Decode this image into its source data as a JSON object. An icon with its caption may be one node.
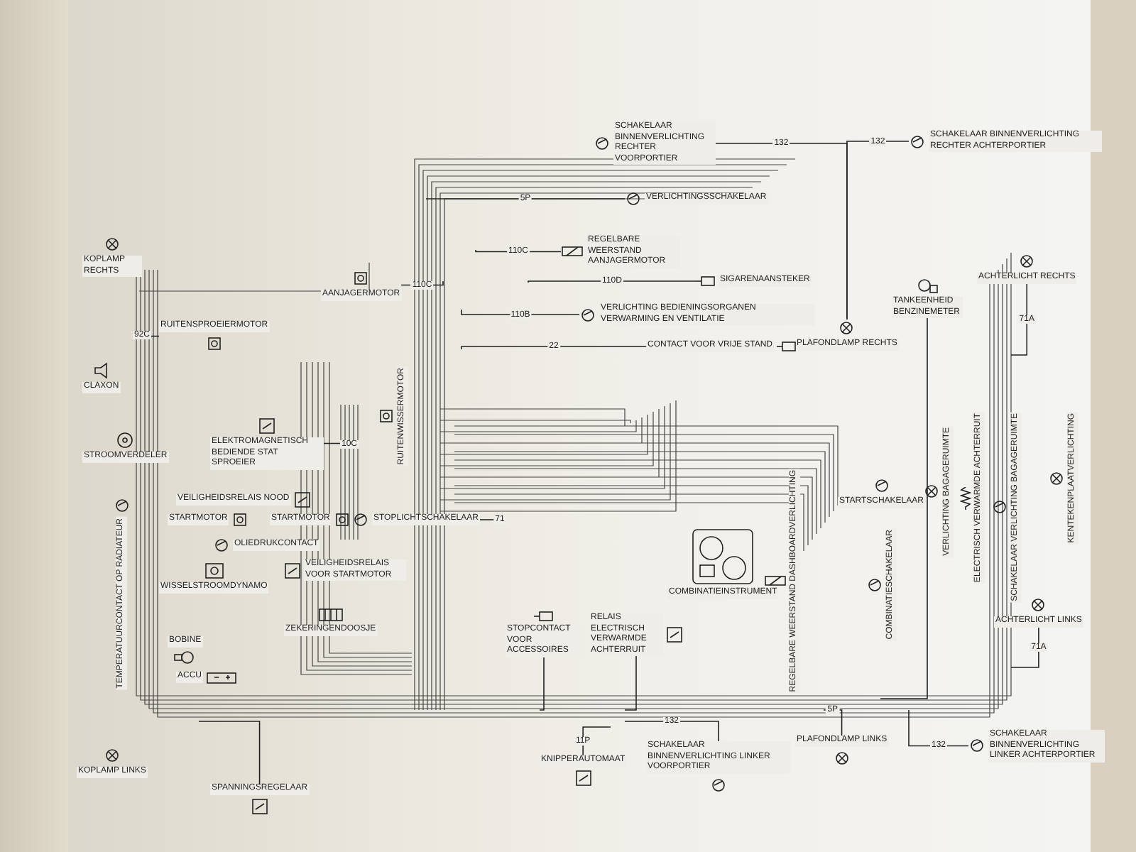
{
  "diagram": {
    "nodes": [
      {
        "text": [
          "SCHAKELAAR BINNENVERLICHTING RECHTER VOORPORTIER"
        ]
      },
      {
        "text": [
          "SCHAKELAAR BINNENVERLICHTING RECHTER ACHTERPORTIER"
        ]
      },
      {
        "text": [
          "VERLICHTINGSSCHAKELAAR"
        ]
      },
      {
        "text": [
          "KOPLAMP RECHTS"
        ]
      },
      {
        "text": [
          "REGELBARE WEERSTAND AANJAGERMOTOR"
        ]
      },
      {
        "text": [
          "SIGARENAANSTEKER"
        ]
      },
      {
        "text": [
          "AANJAGERMOTOR"
        ]
      },
      {
        "text": [
          "VERLICHTING BEDIENINGSORGANEN VERWARMING EN VENTILATIE"
        ]
      },
      {
        "text": [
          "PLAFONDLAMP RECHTS"
        ]
      },
      {
        "text": [
          "TANKEENHEID BENZINEMETER"
        ]
      },
      {
        "text": [
          "ACHTERLICHT RECHTS"
        ]
      },
      {
        "text": [
          "RUITENSPROEIERMOTOR"
        ]
      },
      {
        "text": [
          "CONTACT VOOR VRIJE STAND"
        ]
      },
      {
        "text": [
          "CLAXON"
        ]
      },
      {
        "text": [
          "RUITENWISSERMOTOR"
        ]
      },
      {
        "text": [
          "ELECTRISCH VERWARMDE ACHTERRUIT"
        ]
      },
      {
        "text": [
          "VERLICHTING BAGAGERUIMTE"
        ]
      },
      {
        "text": [
          "SCHAKELAAR VERLICHTING BAGAGERUIMTE"
        ]
      },
      {
        "text": [
          "KENTEKENPLAATVERLICHTING"
        ]
      },
      {
        "text": [
          "ELEKTROMAGNETISCH BEDIENDE STAT SPROEIER"
        ]
      },
      {
        "text": [
          "STROOMVERDELER"
        ]
      },
      {
        "text": [
          "STARTSCHAKELAAR"
        ]
      },
      {
        "text": [
          "VEILIGHEIDSRELAIS NOOD"
        ]
      },
      {
        "text": [
          "STARTMOTOR"
        ]
      },
      {
        "text": [
          "STARTMOTOR"
        ]
      },
      {
        "text": [
          "STOPLICHTSCHAKELAAR"
        ]
      },
      {
        "text": [
          "OLIEDRUKCONTACT"
        ]
      },
      {
        "text": [
          "REGELBARE WEERSTAND DASHBOARDVERLICHTING"
        ]
      },
      {
        "text": [
          "COMBINATIESCHAKELAAR"
        ]
      },
      {
        "text": [
          "WISSELSTROOMDYNAMO"
        ]
      },
      {
        "text": [
          "TEMPERATUURCONTACT OP RADIATEUR"
        ]
      },
      {
        "text": [
          "VEILIGHEIDSRELAIS VOOR STARTMOTOR"
        ]
      },
      {
        "text": [
          "ZEKERINGENDOOSJE"
        ]
      },
      {
        "text": [
          "COMBINATIEINSTRUMENT"
        ]
      },
      {
        "text": [
          "STOPCONTACT VOOR ACCESSOIRES"
        ]
      },
      {
        "text": [
          "RELAIS ELECTRISCH VERWARMDE ACHTERRUIT"
        ]
      },
      {
        "text": [
          "ACHTERLICHT LINKS"
        ]
      },
      {
        "text": [
          "BOBINE"
        ]
      },
      {
        "text": [
          "ACCU"
        ]
      },
      {
        "text": [
          "KOPLAMP LINKS"
        ]
      },
      {
        "text": [
          "SCHAKELAAR BINNENVERLICHTING LINKER ACHTERPORTIER"
        ]
      },
      {
        "text": [
          "SCHAKELAAR BINNENVERLICHTING LINKER VOORPORTIER"
        ]
      },
      {
        "text": [
          "PLAFONDLAMP LINKS"
        ]
      },
      {
        "text": [
          "KNIPPERAUTOMAAT"
        ]
      },
      {
        "text": [
          "SPANNINGSREGELAAR"
        ]
      }
    ],
    "edges": [
      {
        "from": 0,
        "to": 8,
        "arrow": "none",
        "label": "132"
      },
      {
        "from": 1,
        "to": 8,
        "arrow": "none",
        "label": "132"
      },
      {
        "from": 2,
        "to": null,
        "arrow": "none",
        "label": "5P"
      },
      {
        "from": 4,
        "to": null,
        "arrow": "none",
        "label": "110C"
      },
      {
        "from": 5,
        "to": null,
        "arrow": "none",
        "label": "110D"
      },
      {
        "from": 7,
        "to": null,
        "arrow": "none",
        "label": "110B"
      },
      {
        "from": 12,
        "to": null,
        "arrow": "none",
        "label": "22"
      },
      {
        "from": 6,
        "to": null,
        "arrow": "none",
        "label": "110C"
      },
      {
        "from": 11,
        "to": null,
        "arrow": "none",
        "label": "92C"
      },
      {
        "from": 9,
        "to": null,
        "arrow": "none"
      },
      {
        "from": 10,
        "to": null,
        "arrow": "none",
        "label": "71A"
      },
      {
        "from": 36,
        "to": null,
        "arrow": "none",
        "label": "71A"
      },
      {
        "from": 40,
        "to": null,
        "arrow": "none",
        "label": "132"
      },
      {
        "from": 41,
        "to": null,
        "arrow": "none",
        "label": "132"
      },
      {
        "from": 42,
        "to": null,
        "arrow": "none",
        "label": "5P"
      },
      {
        "from": 43,
        "to": null,
        "arrow": "none",
        "label": "11P"
      },
      {
        "from": 44,
        "to": null,
        "arrow": "none"
      },
      {
        "from": 25,
        "to": null,
        "arrow": "none",
        "label": "71"
      },
      {
        "from": 19,
        "to": null,
        "arrow": "none",
        "label": "10C"
      },
      {
        "from": 34,
        "to": null,
        "arrow": "none"
      },
      {
        "from": 35,
        "to": null,
        "arrow": "none"
      }
    ]
  }
}
